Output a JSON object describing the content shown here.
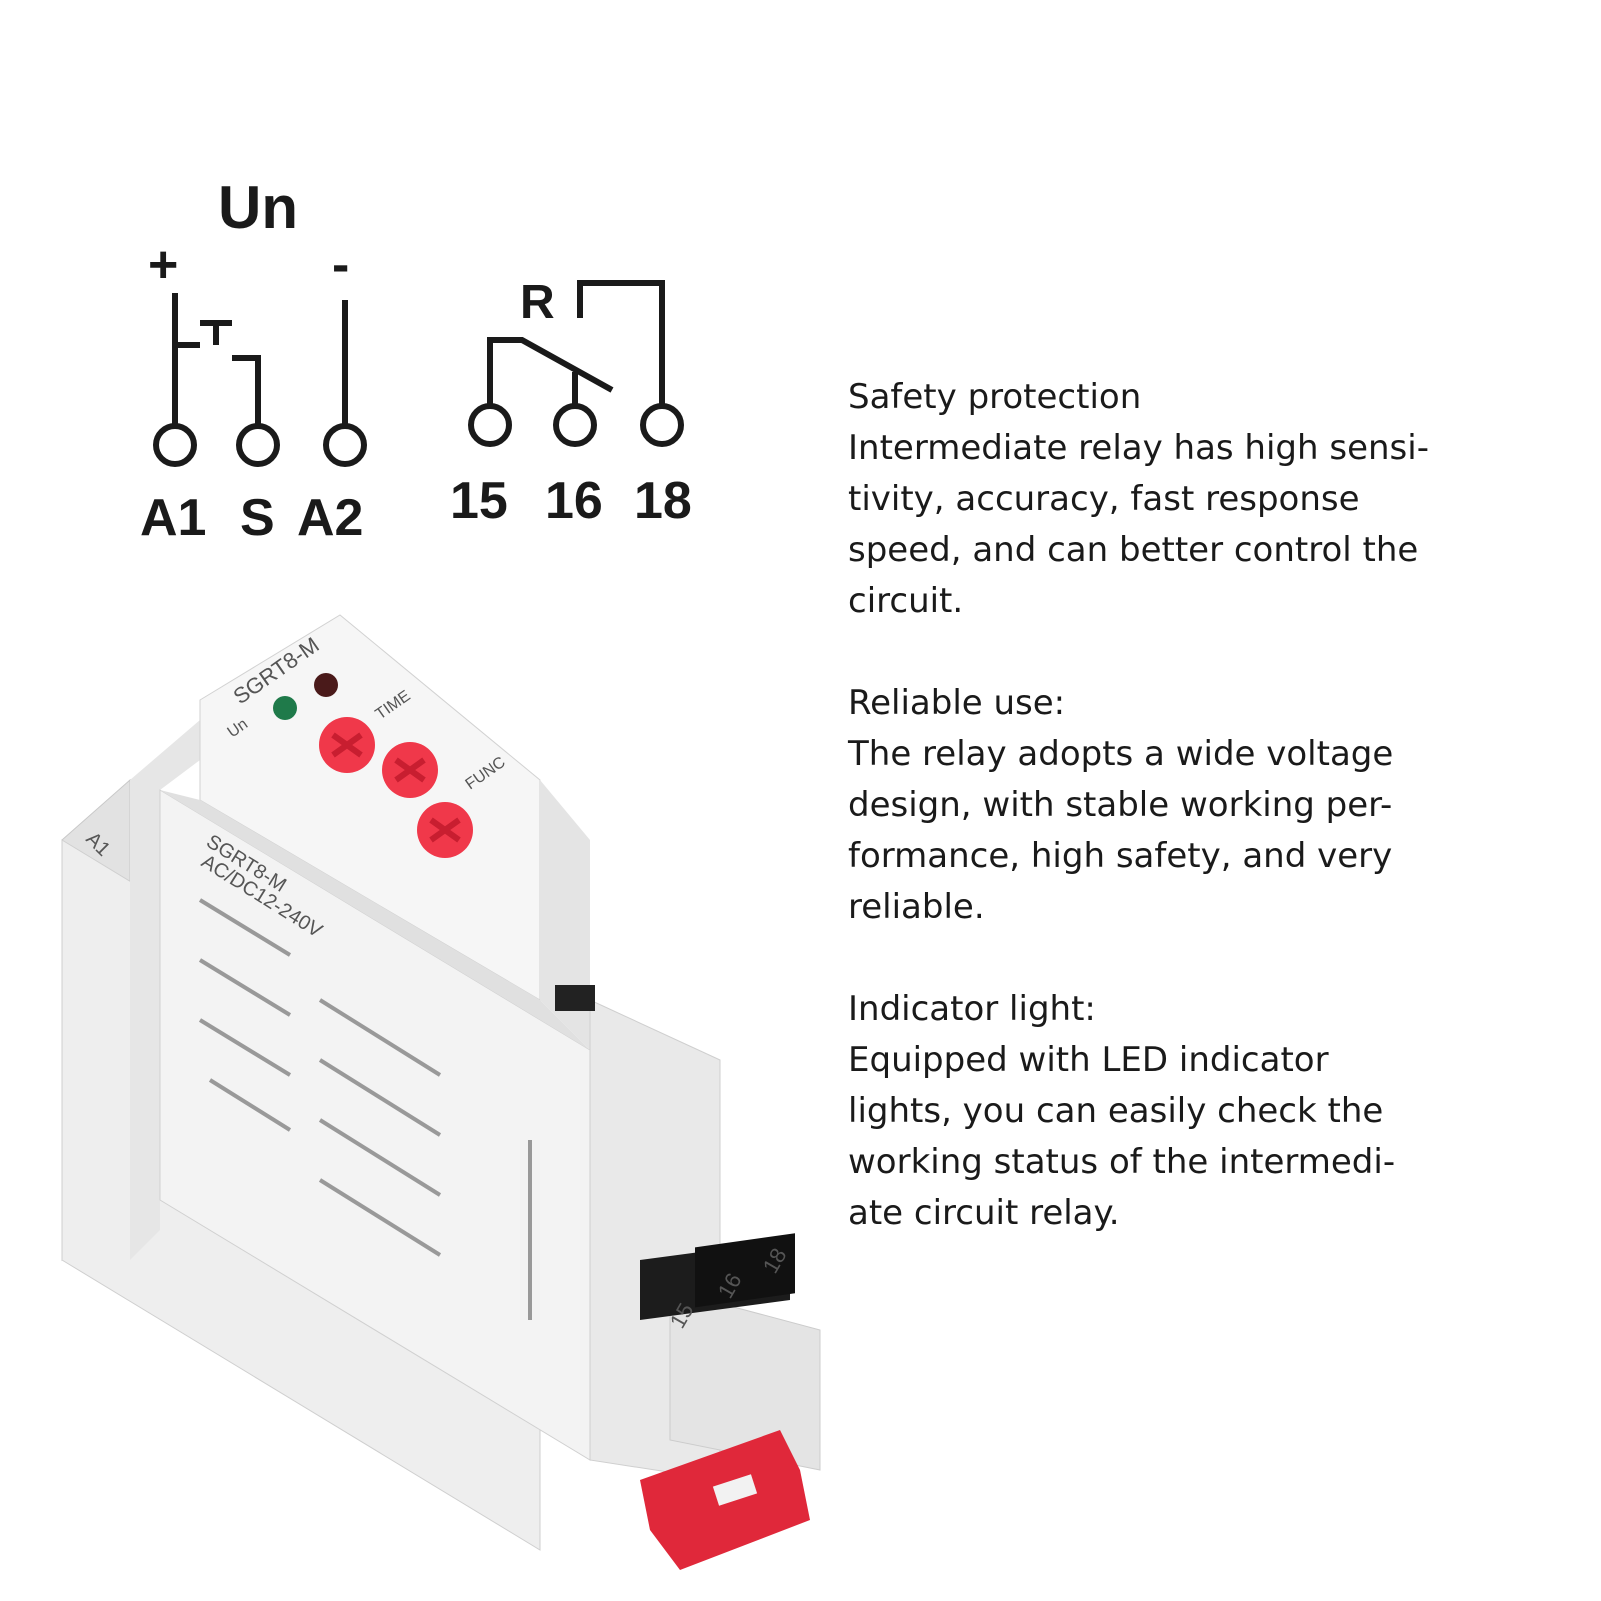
{
  "wiring": {
    "supply_label": "Un",
    "plus_sign": "+",
    "minus_sign": "-",
    "relay_label": "R",
    "terminals_left": [
      "A1",
      "S",
      "A2"
    ],
    "terminals_right": [
      "15",
      "16",
      "18"
    ]
  },
  "sections": [
    {
      "title": "Safety protection",
      "lines": [
        "Intermediate relay has high sensi-",
        "tivity, accuracy, fast response",
        "speed, and can better control the",
        "circuit."
      ]
    },
    {
      "title": "Reliable use:",
      "lines": [
        "The relay adopts a wide voltage",
        "design, with stable working per-",
        "formance, high safety, and very",
        "reliable."
      ]
    },
    {
      "title": "Indicator light:",
      "lines": [
        "Equipped with LED indicator",
        "lights, you can easily check the",
        "working status of the intermedi-",
        "ate circuit relay."
      ]
    }
  ],
  "device": {
    "model": "SGRT8-M",
    "voltage": "AC/DC12-240V",
    "led_label": "Un",
    "dial_labels": [
      "TIME",
      "FUNC"
    ],
    "terminal_numbers": [
      "15",
      "16",
      "18"
    ],
    "side_terminal": "A1",
    "colors": {
      "body": "#ececec",
      "dial": "#f0384a",
      "clip": "#e0283a",
      "led_green": "#1f7a4a",
      "led_red": "#4a1a1a"
    }
  }
}
